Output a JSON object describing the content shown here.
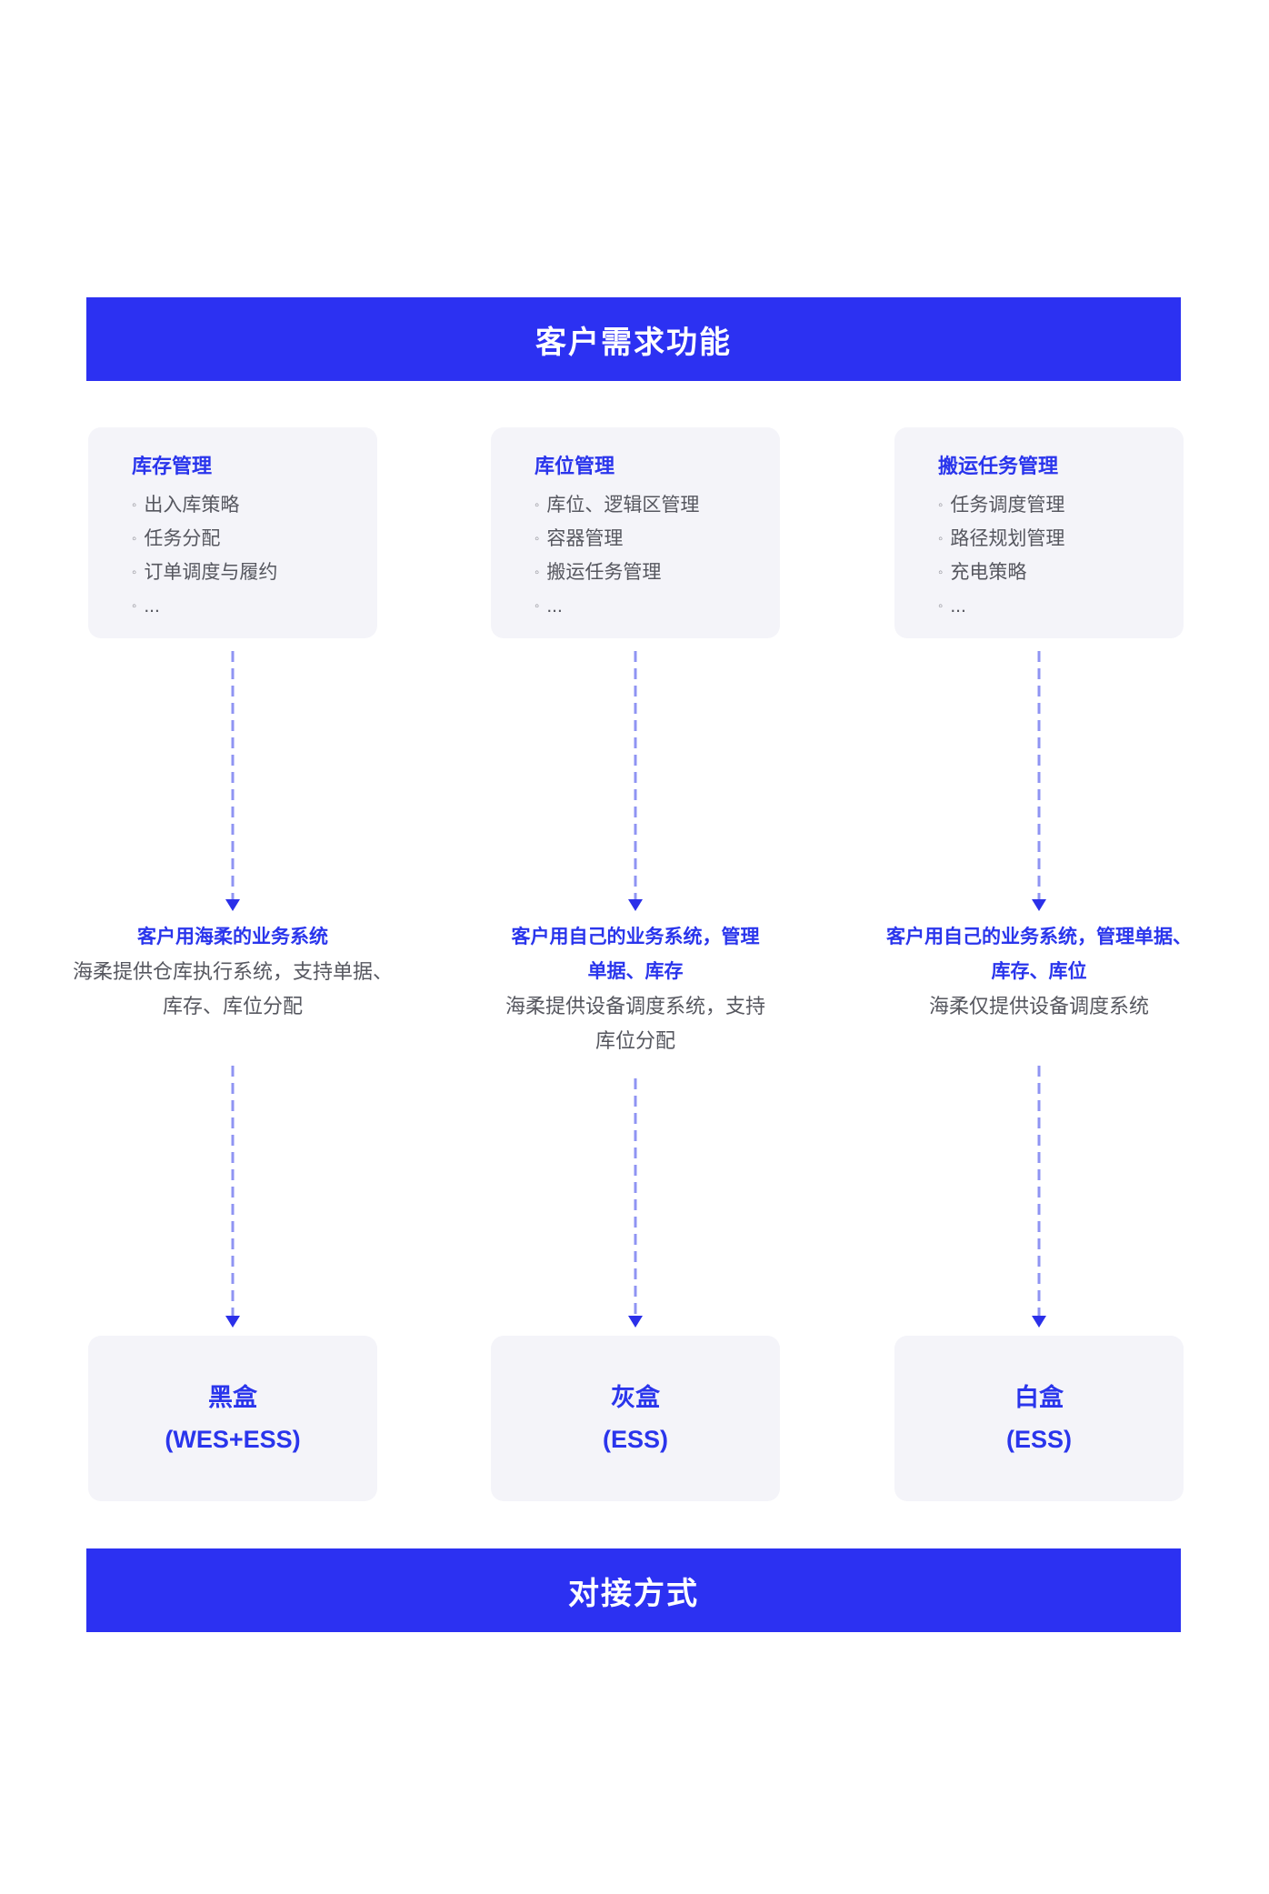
{
  "colors": {
    "bar_bg": "#2C31F2",
    "bar_text": "#FFFFFF",
    "accent_blue": "#2A35EC",
    "card_bg": "#F4F4F9",
    "body_gray": "#56575F",
    "bullet_gray": "#8D8D95",
    "dash_blue": "#8F94F3",
    "arrow_blue": "#2B30E9",
    "page_bg": "#FFFFFF"
  },
  "ui": {
    "bullet": "◦"
  },
  "header": {
    "title": "客户需求功能"
  },
  "footer": {
    "title": "对接方式"
  },
  "columns": [
    {
      "card": {
        "title": "库存管理",
        "items": [
          "出入库策略",
          "任务分配",
          "订单调度与履约",
          "..."
        ]
      },
      "middle": {
        "highlight": "客户用海柔的业务系统",
        "description": "海柔提供仓库执行系统，支持单据、\n库存、库位分配"
      },
      "result": {
        "title": "黑盒",
        "subtitle": "(WES+ESS)"
      }
    },
    {
      "card": {
        "title": "库位管理",
        "items": [
          "库位、逻辑区管理",
          "容器管理",
          "搬运任务管理",
          "..."
        ]
      },
      "middle": {
        "highlight": "客户用自己的业务系统，管理\n单据、库存",
        "description": "海柔提供设备调度系统，支持\n库位分配"
      },
      "result": {
        "title": "灰盒",
        "subtitle": "(ESS)"
      }
    },
    {
      "card": {
        "title": "搬运任务管理",
        "items": [
          "任务调度管理",
          "路径规划管理",
          "充电策略",
          "..."
        ]
      },
      "middle": {
        "highlight": "客户用自己的业务系统，管理单据、\n库存、库位",
        "description": "海柔仅提供设备调度系统"
      },
      "result": {
        "title": "白盒",
        "subtitle": "(ESS)"
      }
    }
  ]
}
